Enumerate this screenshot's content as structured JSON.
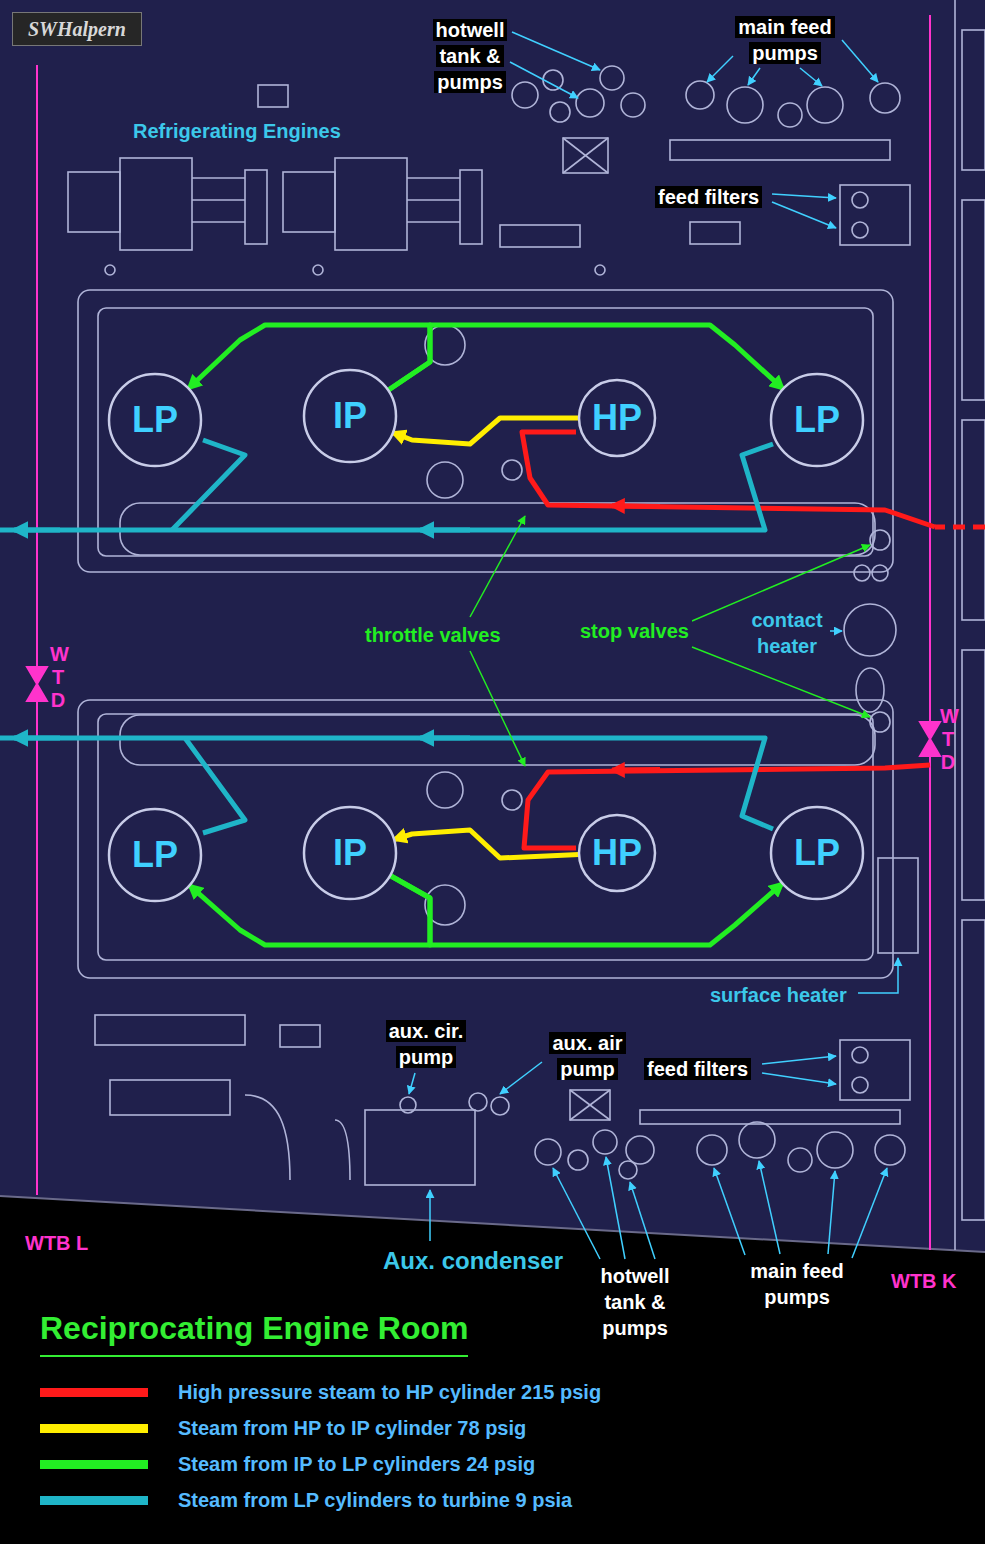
{
  "diagram": {
    "title": "Reciprocating Engine Room",
    "nodes": [
      {
        "text": [
          "LP"
        ]
      },
      {
        "text": [
          "IP"
        ]
      },
      {
        "text": [
          "HP"
        ]
      },
      {
        "text": [
          "LP"
        ]
      },
      {
        "text": [
          "LP"
        ]
      },
      {
        "text": [
          "IP"
        ]
      },
      {
        "text": [
          "HP"
        ]
      },
      {
        "text": [
          "LP"
        ]
      }
    ],
    "edges": [
      {
        "from": 2,
        "to": 1,
        "arrow": "to"
      },
      {
        "from": 1,
        "to": 0,
        "arrow": "to"
      },
      {
        "from": 1,
        "to": 3,
        "arrow": "to"
      },
      {
        "from": 6,
        "to": 5,
        "arrow": "to"
      },
      {
        "from": 5,
        "to": 4,
        "arrow": "to"
      },
      {
        "from": 5,
        "to": 7,
        "arrow": "to"
      }
    ],
    "labels": [
      "SWHalpern",
      "hotwell tank & pumps",
      "main feed pumps",
      "Refrigerating Engines",
      "feed filters",
      "throttle valves",
      "stop valves",
      "contact heater",
      "W T D",
      "W T D",
      "surface heater",
      "aux. cir. pump",
      "aux. air pump",
      "feed filters",
      "Aux. condenser",
      "hotwell tank & pumps",
      "main feed pumps",
      "WTB L",
      "WTB K"
    ],
    "legend": [
      {
        "text": "High pressure steam to HP cylinder 215 psig",
        "color": "#ff1a1a"
      },
      {
        "text": "Steam from HP to IP cylinder 78 psig",
        "color": "#ffee00"
      },
      {
        "text": "Steam from IP to LP cylinders 24 psig",
        "color": "#22ee22"
      },
      {
        "text": "Steam from LP cylinders to turbine 9 psia",
        "color": "#1fb5c8"
      }
    ]
  }
}
